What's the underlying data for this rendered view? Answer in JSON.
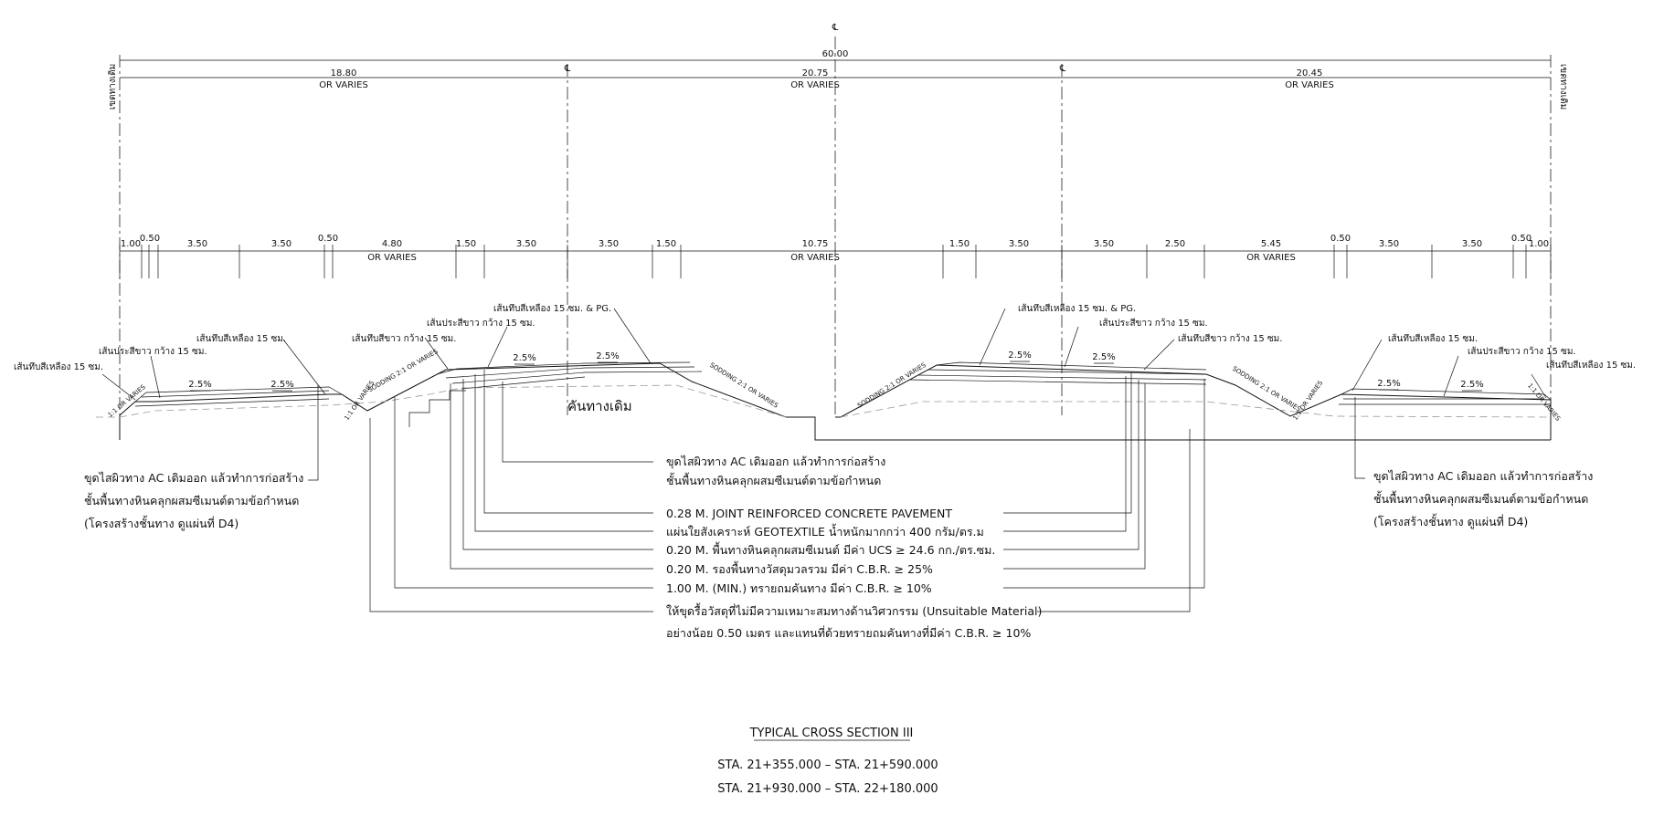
{
  "centerline_symbol": "℄",
  "original_row_label": "เขตทางเดิม",
  "overall_width": "60.00",
  "segments": [
    {
      "width": "18.80",
      "note": "OR VARIES"
    },
    {
      "width": "20.75",
      "note": "OR VARIES"
    },
    {
      "width": "20.45",
      "note": "OR VARIES"
    }
  ],
  "lane_dims": [
    "1.00",
    "0.50",
    "3.50",
    "3.50",
    "0.50",
    "4.80",
    "1.50",
    "3.50",
    "3.50",
    "1.50",
    "10.75",
    "1.50",
    "3.50",
    "3.50",
    "2.50",
    "5.45",
    "0.50",
    "3.50",
    "3.50",
    "0.50",
    "1.00"
  ],
  "lane_notes": [
    "OR VARIES",
    "OR VARIES",
    "OR VARIES"
  ],
  "slopes": [
    "2.5%",
    "2.5%",
    "2.5%",
    "2.5%",
    "2.5%",
    "2.5%",
    "2.5%",
    "2.5%"
  ],
  "side_slopes": [
    "1:1 OR VARIES",
    "SODDING 2:1 OR VARIES",
    "1:1 OR VARIES",
    "SODDING 2:1 OR VARIES",
    "SODDING 2:1 OR VARIES",
    "SODDING 2:1 OR VARIES",
    "1:1 OR VARIES",
    "1:1 OR VARIES"
  ],
  "marking_labels": [
    "เส้นทึบสีเหลือง 15 ซม.",
    "เส้นประสีขาว กว้าง 15 ซม.",
    "เส้นทึบสีเหลือง 15 ซม.",
    "เส้นทึบสีขาว กว้าง 15 ซม.",
    "เส้นประสีขาว กว้าง 15 ซม.",
    "เส้นทึบสีเหลือง 15 ซม. & PG.",
    "เส้นทึบสีเหลือง 15 ซม. & PG.",
    "เส้นประสีขาว กว้าง 15 ซม.",
    "เส้นทึบสีขาว กว้าง 15 ซม.",
    "เส้นทึบสีเหลือง 15 ซม.",
    "เส้นประสีขาว กว้าง 15 ซม.",
    "เส้นทึบสีเหลือง 15 ซม."
  ],
  "existing_embankment": "คันทางเดิม",
  "left_note": [
    "ขุดไสผิวทาง AC เดิมออก แล้วทำการก่อสร้าง",
    "ชั้นพื้นทางหินคลุกผสมซีเมนต์ตามข้อกำหนด",
    "(โครงสร้างชั้นทาง ดูแผ่นที่ D4)"
  ],
  "right_note": [
    "ขุดไสผิวทาง AC เดิมออก แล้วทำการก่อสร้าง",
    "ชั้นพื้นทางหินคลุกผสมซีเมนต์ตามข้อกำหนด",
    "(โครงสร้างชั้นทาง ดูแผ่นที่ D4)"
  ],
  "center_note": [
    "ขุดไสผิวทาง AC เดิมออก แล้วทำการก่อสร้าง",
    "ชั้นพื้นทางหินคลุกผสมซีเมนต์ตามข้อกำหนด"
  ],
  "layers": [
    "0.28 M. JOINT REINFORCED CONCRETE PAVEMENT",
    "แผ่นใยสังเคราะห์ GEOTEXTILE น้ำหนักมากกว่า 400 กรัม/ตร.ม",
    "0.20 M. พื้นทางหินคลุกผสมซีเมนต์ มีค่า UCS ≥ 24.6 กก./ตร.ซม.",
    "0.20 M. รองพื้นทางวัสดุมวลรวม มีค่า C.B.R. ≥ 25%",
    "1.00 M. (MIN.) ทรายถมคันทาง มีค่า C.B.R. ≥ 10%",
    "ให้ขุดรื้อวัสดุที่ไม่มีความเหมาะสมทางด้านวิศวกรรม (Unsuitable Material)",
    "อย่างน้อย 0.50 เมตร และแทนที่ด้วยทรายถมคันทางที่มีค่า C.B.R. ≥ 10%"
  ],
  "title": "TYPICAL CROSS SECTION III",
  "stations": [
    "STA. 21+355.000 – STA. 21+590.000",
    "STA. 21+930.000 – STA. 22+180.000"
  ]
}
